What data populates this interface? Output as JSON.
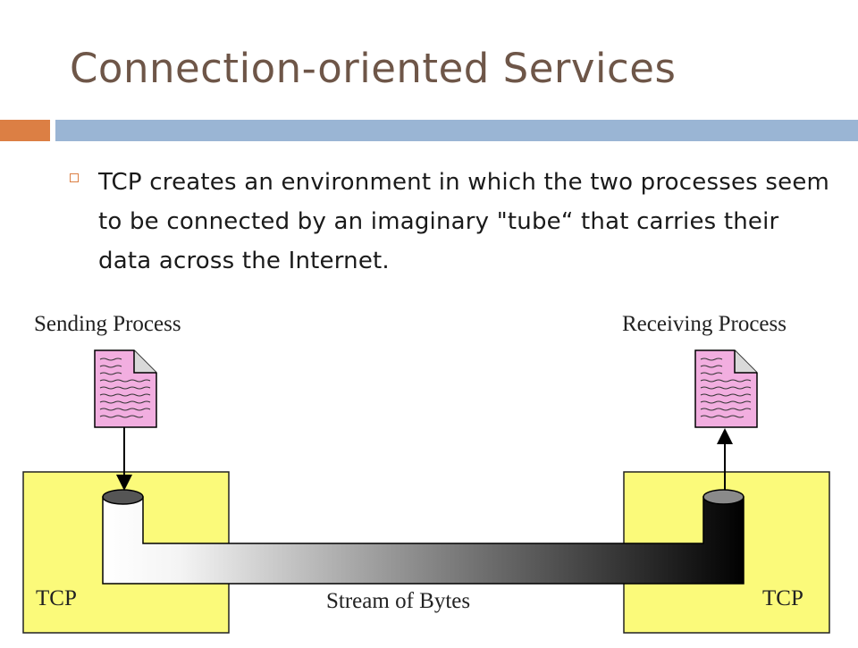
{
  "slide": {
    "title": "Connection-oriented Services",
    "bullet": "TCP creates an environment in which the two processes seem to be connected by an imaginary \"tube“ that carries their data across the Internet."
  },
  "diagram": {
    "sending_label": "Sending Process",
    "receiving_label": "Receiving Process",
    "tcp_left_label": "TCP",
    "tcp_right_label": "TCP",
    "stream_label": "Stream of Bytes"
  },
  "colors": {
    "title": "#6e5648",
    "accent_orange": "#dc7f44",
    "accent_blue": "#9ab5d4",
    "tcp_box": "#fbfa7a",
    "document": "#f2aee0"
  }
}
